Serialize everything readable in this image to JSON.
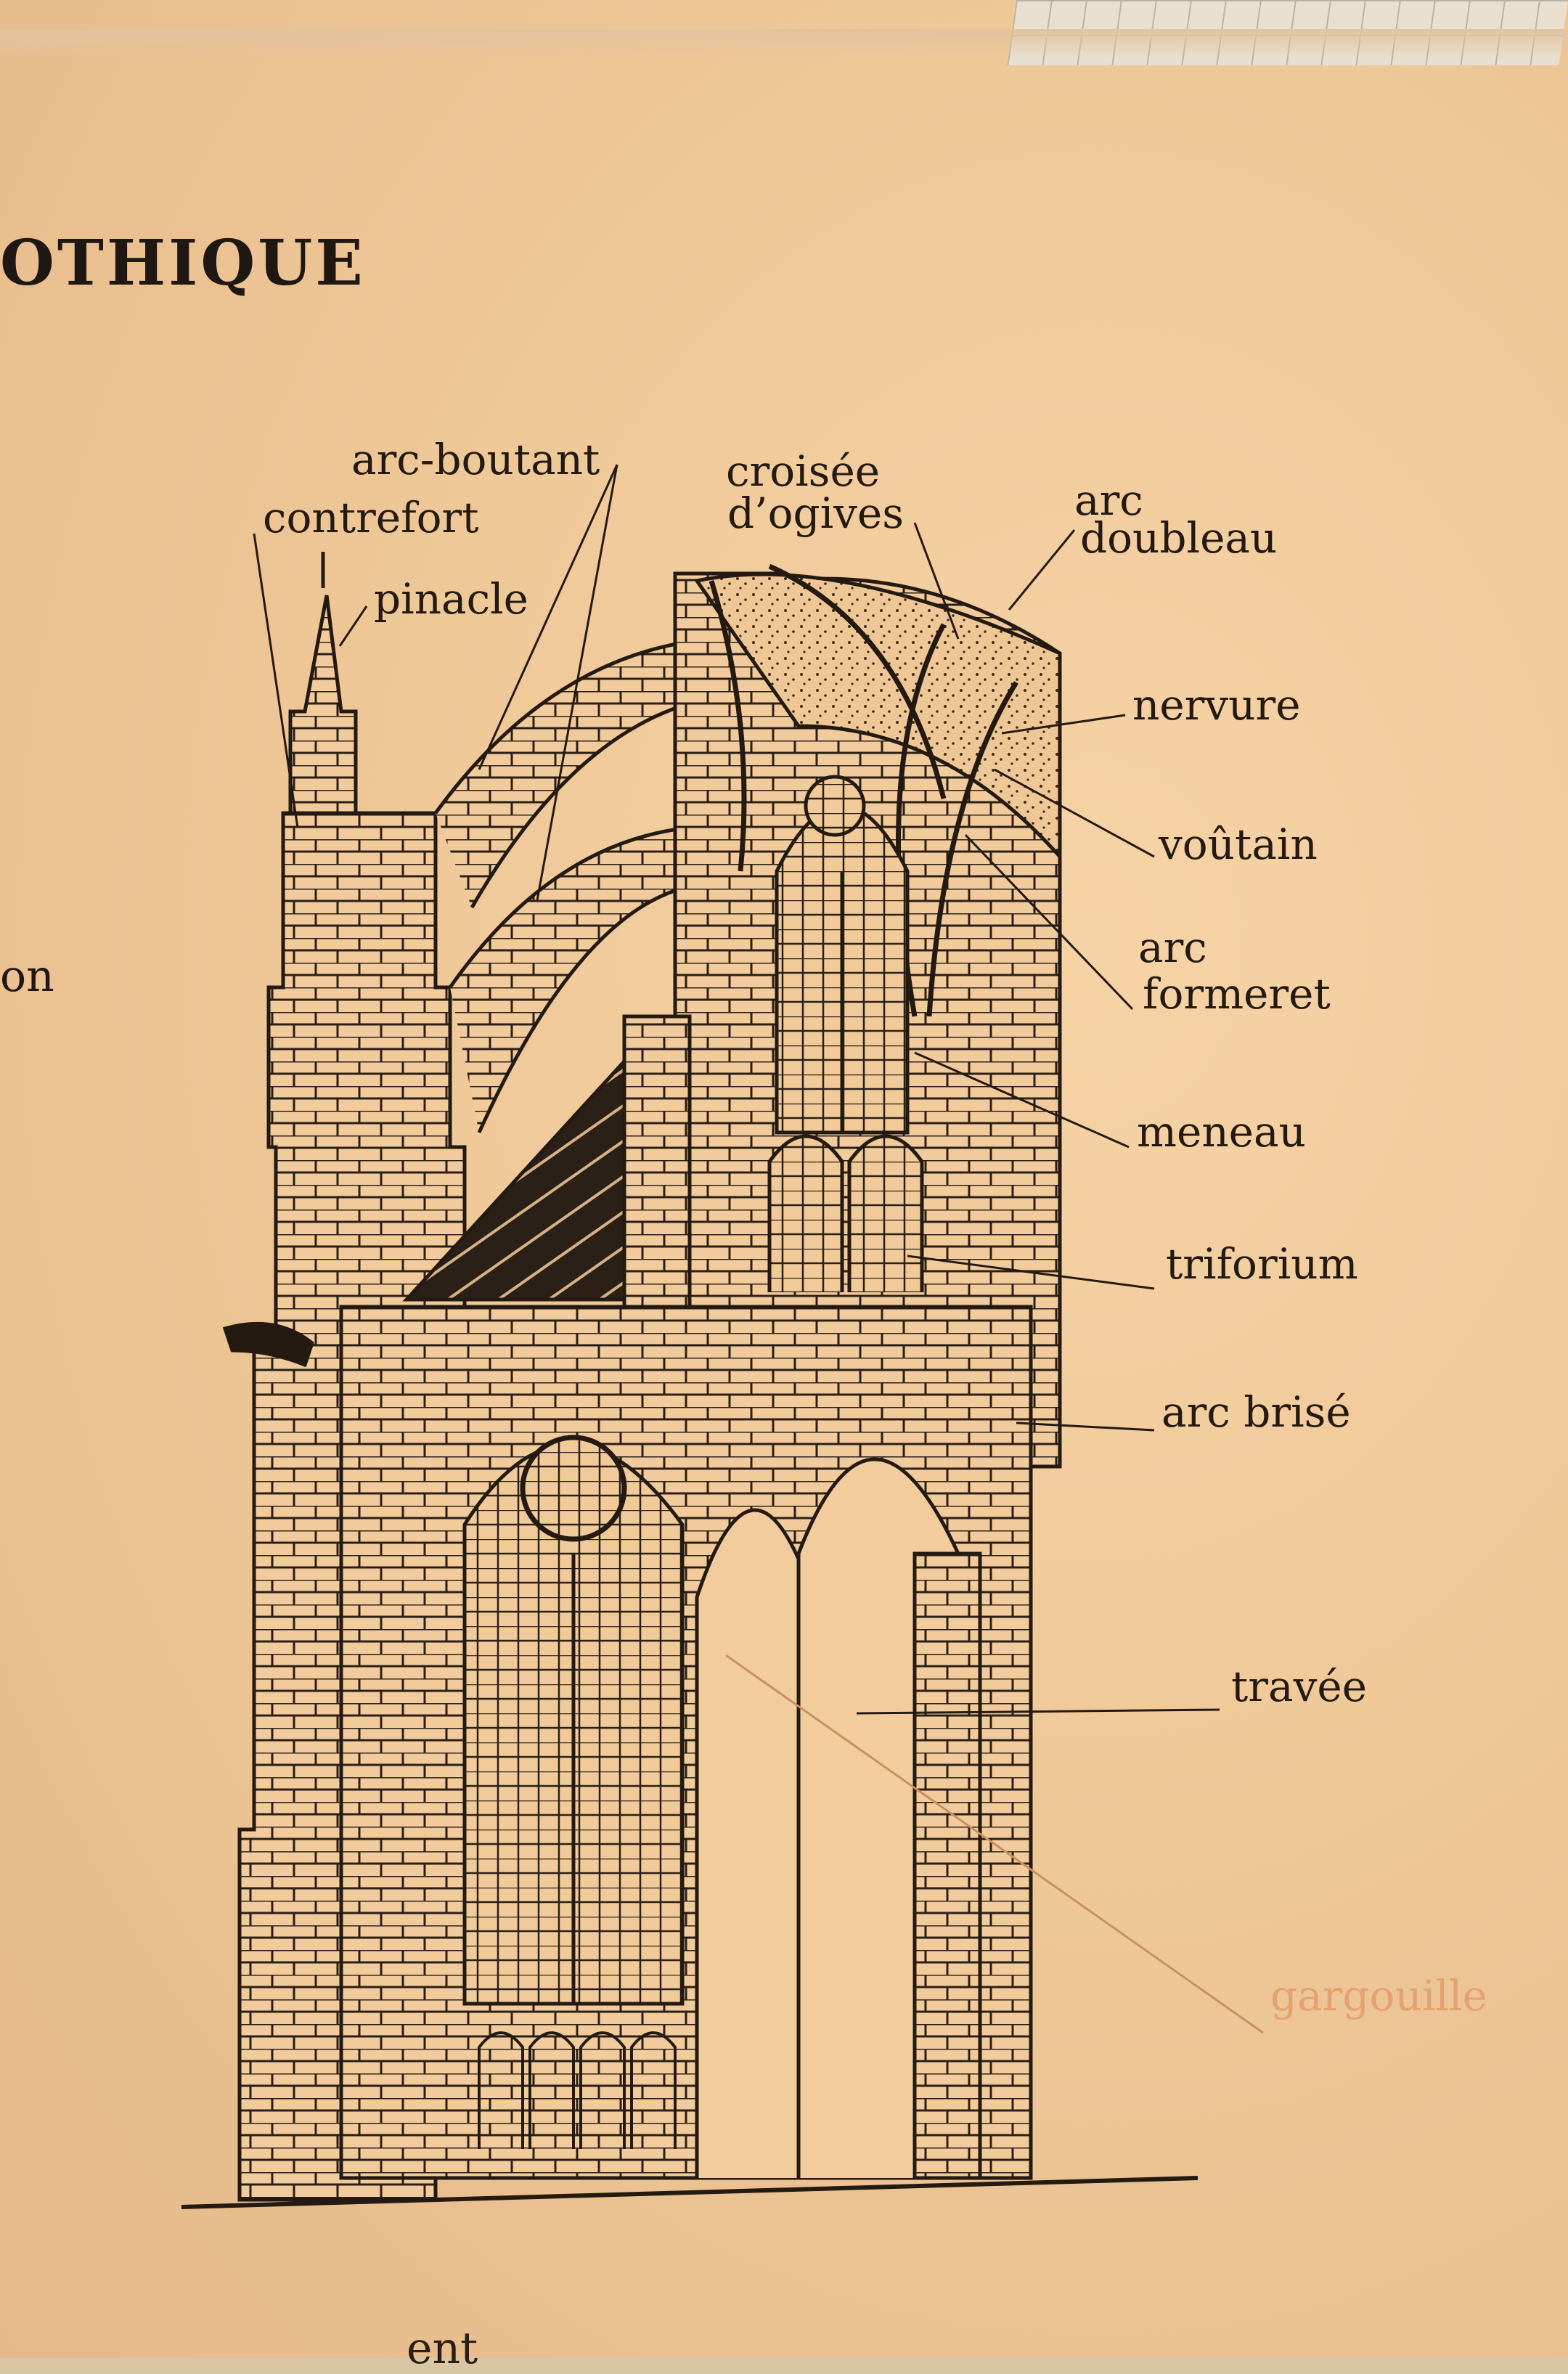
{
  "heading": "OTHIQUE",
  "side_fragment": "on",
  "bottom_fragment": "ent",
  "labels": {
    "arc_boutant": "arc-boutant",
    "contrefort": "contrefort",
    "pinacle": "pinacle",
    "croisee_1": "croisée",
    "croisee_2": "d’ogives",
    "arc_doubleau_1": "arc",
    "arc_doubleau_2": "doubleau",
    "nervure": "nervure",
    "voutain": "voûtain",
    "arc_formeret_1": "arc",
    "arc_formeret_2": "formeret",
    "meneau": "meneau",
    "triforium": "triforium",
    "arc_brise": "arc brisé",
    "travee": "travée",
    "gargouille": "gargouille"
  },
  "colors": {
    "ink": "#241a12",
    "paper": "#f2cc9c",
    "faded_label": "#e3a26e"
  }
}
